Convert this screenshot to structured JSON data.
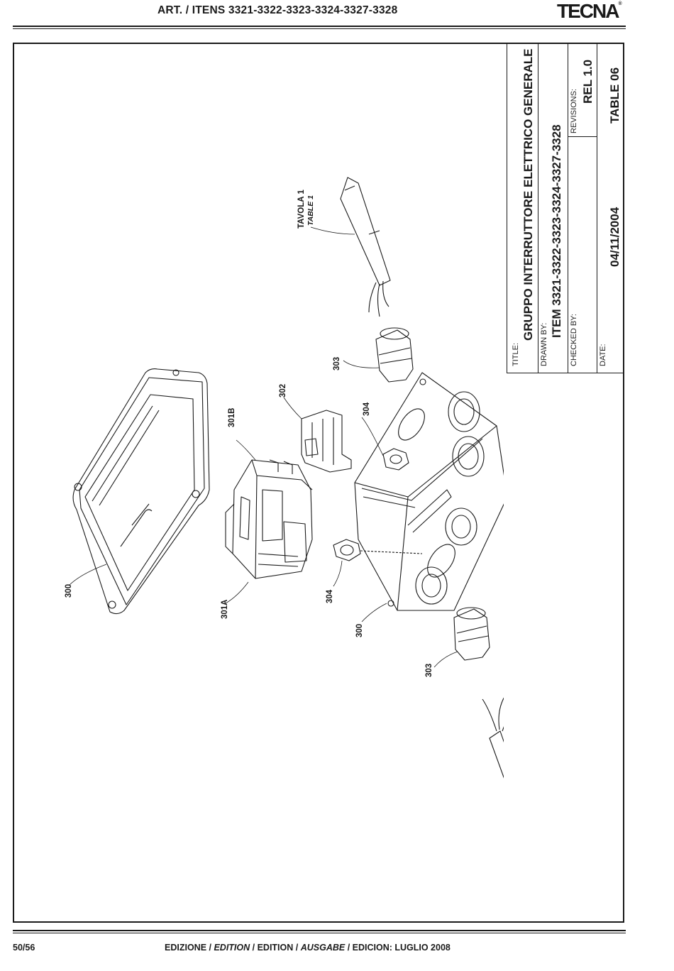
{
  "header": {
    "title": "ART. / ITENS 3321-3322-3323-3324-3327-3328",
    "logo": "TECNA",
    "logo_mark": "®"
  },
  "title_block": {
    "title_label": "TITLE:",
    "title_value": "GRUPPO INTERRUTTORE ELETTRICO GENERALE",
    "drawn_by_label": "DRAWN BY:",
    "item_value": "ITEM 3321-3322-3323-3324-3327-3328",
    "checked_by_label": "CHECKED BY:",
    "revisions_label": "REVISIONS:",
    "revision_value": "REL 1.0",
    "date_label": "DATE:",
    "date_value": "04/11/2004",
    "table_value": "TABLE 06"
  },
  "drawing": {
    "reference_it": "TAVOLA 1",
    "reference_en": "TABLE 1",
    "callouts": {
      "c300_cover": "300",
      "c300_box": "300",
      "c301A": "301A",
      "c301B": "301B",
      "c302": "302",
      "c303_top": "303",
      "c303_bottom": "303",
      "c304_left": "304",
      "c304_right": "304"
    }
  },
  "footer": {
    "page": "50/56",
    "edition_1": "EDIZIONE / ",
    "edition_2": "EDITION",
    "edition_3": " / EDITION / ",
    "edition_4": "AUSGABE",
    "edition_5": " / EDICION: LUGLIO 2008"
  }
}
